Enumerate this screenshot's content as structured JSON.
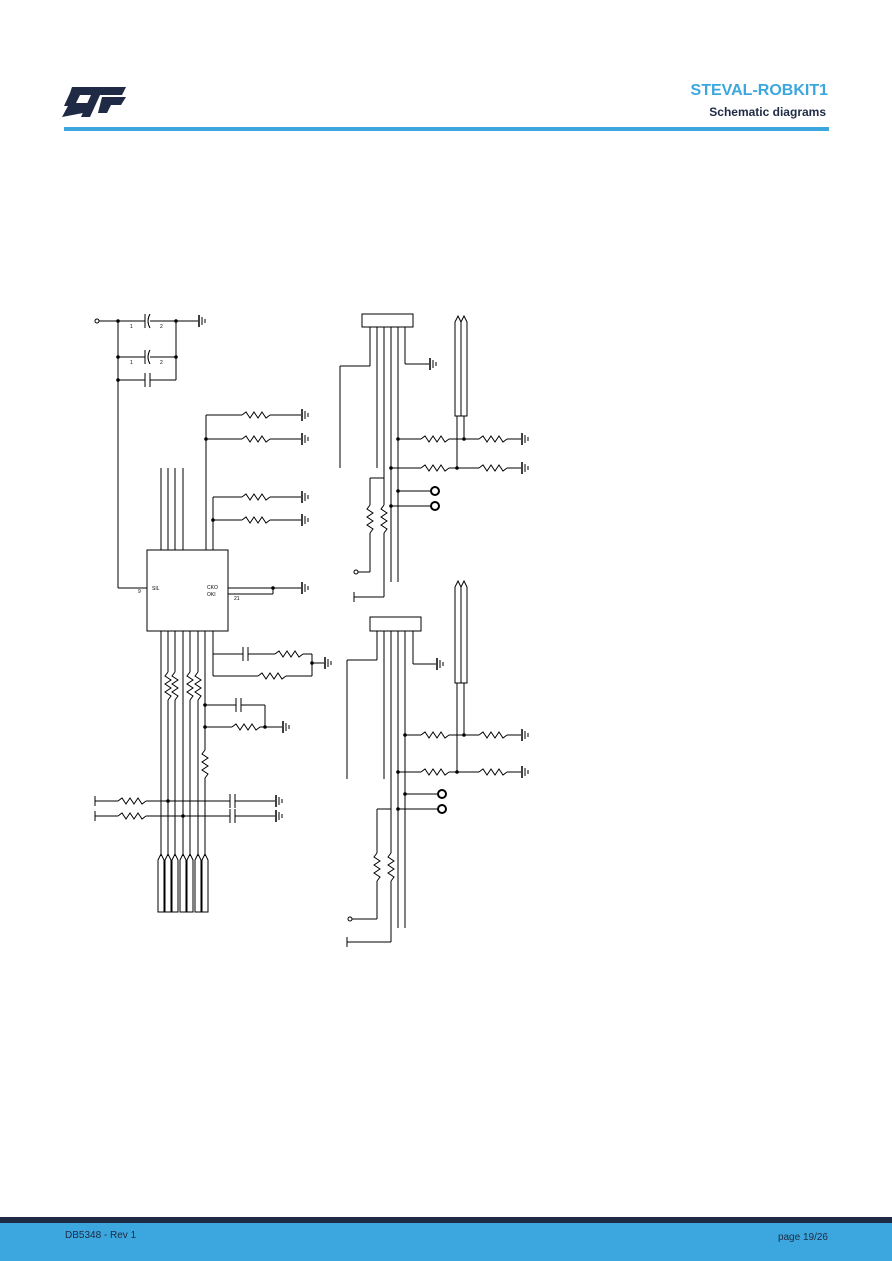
{
  "header": {
    "logo": "st-logo",
    "title": "STEVAL-ROBKIT1",
    "subtitle": "Schematic diagrams"
  },
  "schematic": {
    "ic_pin_left": "SIL",
    "ic_pin_right_a": "CKO",
    "ic_pin_right_b": "OKI",
    "pin_left_num": "9",
    "pin_right_num": "21",
    "cap_pin_1a": "1",
    "cap_pin_2a": "2",
    "cap_pin_1b": "1",
    "cap_pin_2b": "2"
  },
  "footer": {
    "doc_id": "DB5348 - Rev 1",
    "page": "page 19/26"
  },
  "colors": {
    "accent": "#3ca7de",
    "dark": "#1f2a44"
  }
}
